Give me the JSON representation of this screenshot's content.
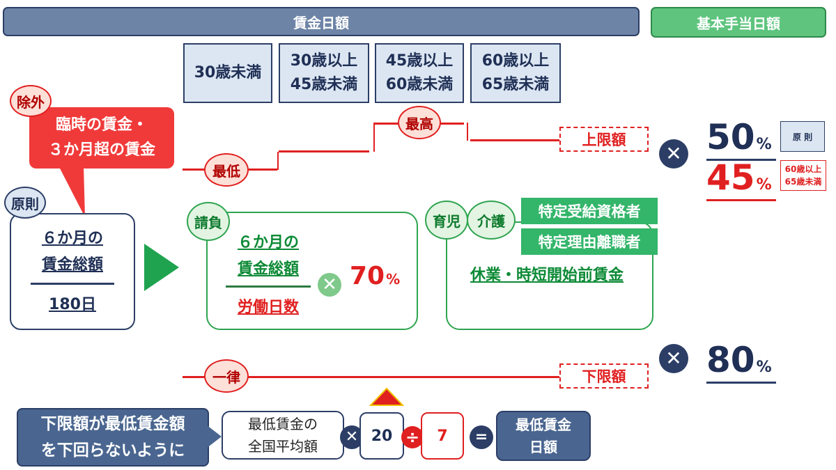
{
  "header": {
    "wage_daily": "賃金日額",
    "basic_allowance": "基本手当日額"
  },
  "age_brackets": [
    {
      "line1": "30歳未満",
      "line2": ""
    },
    {
      "line1": "30歳以上",
      "line2": "45歳未満"
    },
    {
      "line1": "45歳以上",
      "line2": "60歳未満"
    },
    {
      "line1": "60歳以上",
      "line2": "65歳未満"
    }
  ],
  "labels": {
    "exclude": "除外",
    "exclude_line1": "臨時の賃金・",
    "exclude_line2": "３か月超の賃金",
    "principle": "原則",
    "highest": "最高",
    "lowest": "最低",
    "flat": "一律",
    "upper_limit": "上限額",
    "lower_limit": "下限額",
    "piecework": "請負",
    "childcare": "育児",
    "nursing": "介護"
  },
  "formula_principle": {
    "numerator_l1": "６か月の",
    "numerator_l2": "賃金総額",
    "denominator": "180日"
  },
  "formula_piecework": {
    "numerator_l1": "６か月の",
    "numerator_l2": "賃金総額",
    "denominator": "労働日数",
    "times": "✕",
    "rate": "70",
    "pct": "%"
  },
  "childcare_box": {
    "tag1": "特定受給資格者",
    "tag2": "特定理由離職者",
    "text": "休業・時短開始前賃金"
  },
  "rates": {
    "times": "✕",
    "r1": "50",
    "r1_pct": "%",
    "r1_tag": "原 則",
    "r2": "45",
    "r2_pct": "%",
    "r2_tag_l1": "60歳以上",
    "r2_tag_l2": "65歳未満",
    "r3": "80",
    "r3_pct": "%"
  },
  "bottom": {
    "note_l1": "下限額が最低賃金額",
    "note_l2": "を下回らないように",
    "min_wage_l1": "最低賃金の",
    "min_wage_l2": "全国平均額",
    "times": "✕",
    "num20": "20",
    "divide": "÷",
    "num7": "7",
    "equals": "=",
    "result_l1": "最低賃金",
    "result_l2": "日額"
  },
  "colors": {
    "navy": "#2c3e66",
    "red": "#e02020",
    "green": "#33b56a",
    "light_blue": "#dce6f2"
  }
}
